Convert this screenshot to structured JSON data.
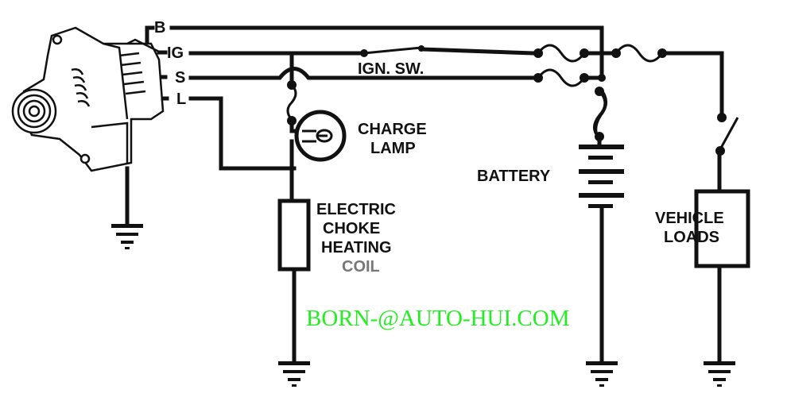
{
  "terminals": {
    "b": "B",
    "ig": "IG",
    "s": "S",
    "l": "L"
  },
  "labels": {
    "ign_switch": "IGN. SW.",
    "charge_lamp": [
      "CHARGE",
      "LAMP"
    ],
    "battery": "BATTERY",
    "choke_coil": [
      "ELECTRIC",
      "CHOKE",
      "HEATING",
      "COIL"
    ],
    "vehicle_loads": [
      "VEHICLE",
      "LOADS"
    ]
  },
  "watermark": "BORN-@AUTO-HUI.COM",
  "colors": {
    "line": "#111111",
    "watermark": "#22ee22"
  }
}
